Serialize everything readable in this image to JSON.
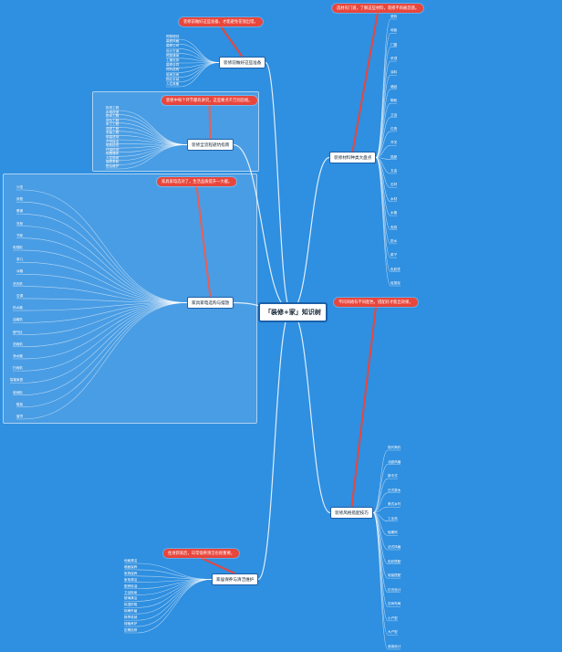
{
  "center": {
    "title": "「装修+家」知识树"
  },
  "branches": [
    {
      "id": "b1",
      "label": "装修前做好这些准备",
      "note": "装修前做好这些准备，才能避免花钱出错。",
      "leaves": [
        "预算规划",
        "装修风格",
        "装修公司",
        "设计方案",
        "预算清单",
        "工期安排",
        "装修合同",
        "材料选购",
        "验房交房",
        "物业手续",
        "入住准备"
      ]
    },
    {
      "id": "b2",
      "label": "装修材料种类大盘点",
      "note": "选材有门道，了解这些材料，装修不再被忽悠。",
      "leaves": [
        "瓷砖",
        "地板",
        "门窗",
        "吊顶",
        "涂料",
        "墙纸",
        "橱柜",
        "卫浴",
        "灯具",
        "开关",
        "插座",
        "五金",
        "石材",
        "木材",
        "水管",
        "电线",
        "防水",
        "腻子",
        "乳胶漆",
        "硅藻泥"
      ]
    },
    {
      "id": "b3",
      "label": "装修全流程避坑指南",
      "note": "装修中每个环节都有讲究，这些要点千万别忽视。",
      "leaves": [
        "拆改工程",
        "水电改造",
        "防水工程",
        "泥瓦工程",
        "木工工程",
        "油漆工程",
        "安装工程",
        "软装进场",
        "开荒保洁",
        "验收检查",
        "环保检测",
        "除醛通风",
        "入住验收",
        "保修条款",
        "售后维护"
      ]
    },
    {
      "id": "b4",
      "label": "家具家电选购与摆放",
      "note": "家具家电选对了，生活品质提升一大截。",
      "leaves": [
        "沙发",
        "床垫",
        "餐桌",
        "衣柜",
        "书柜",
        "电视柜",
        "茶几",
        "冰箱",
        "洗衣机",
        "空调",
        "热水器",
        "油烟机",
        "燃气灶",
        "洗碗机",
        "净水器",
        "扫地机",
        "智能家居",
        "收纳柜",
        "鞋柜",
        "窗帘"
      ]
    },
    {
      "id": "b5",
      "label": "装修风格搭配技巧",
      "note": "不同风格有不同配色，搭配好才能出效果。",
      "leaves": [
        "现代简约",
        "北欧风格",
        "新中式",
        "日式原木",
        "美式乡村",
        "工业风",
        "轻奢风",
        "法式风格",
        "色彩搭配",
        "软装搭配",
        "灯光设计",
        "空间布局",
        "小户型",
        "大户型",
        "收纳设计"
      ]
    },
    {
      "id": "b6",
      "label": "家居保养与清洁维护",
      "note": "住进新家后，日常保养清洁也很重要。",
      "leaves": [
        "地面清洁",
        "墙面保养",
        "家具保养",
        "家电清洁",
        "厨房除油",
        "卫浴除垢",
        "玻璃清洁",
        "除湿防霉",
        "除螨杀菌",
        "换季收纳",
        "绿植养护",
        "定期检修"
      ]
    }
  ]
}
